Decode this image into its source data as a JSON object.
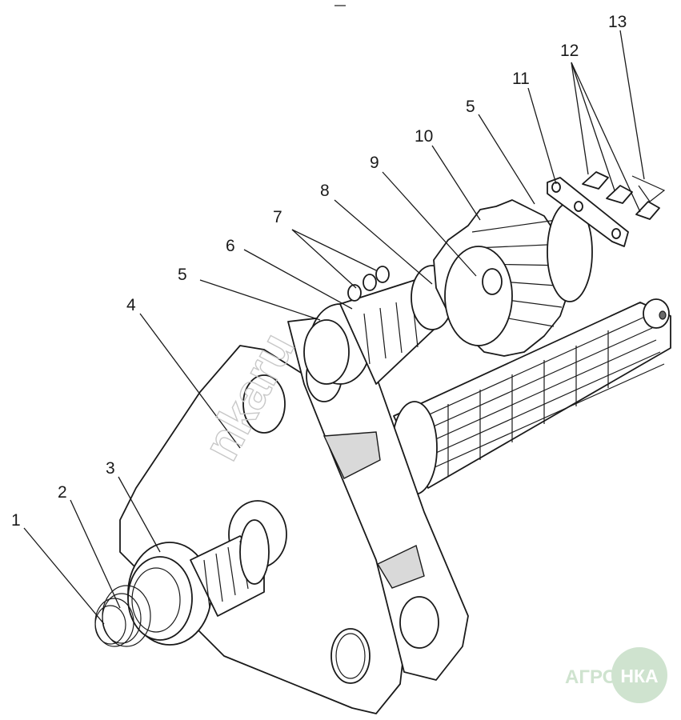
{
  "callouts": [
    {
      "id": "1",
      "label": "1"
    },
    {
      "id": "2",
      "label": "2"
    },
    {
      "id": "3",
      "label": "3"
    },
    {
      "id": "4",
      "label": "4"
    },
    {
      "id": "5a",
      "label": "5"
    },
    {
      "id": "5b",
      "label": "5"
    },
    {
      "id": "6",
      "label": "6"
    },
    {
      "id": "7",
      "label": "7"
    },
    {
      "id": "8",
      "label": "8"
    },
    {
      "id": "9",
      "label": "9"
    },
    {
      "id": "10",
      "label": "10"
    },
    {
      "id": "11",
      "label": "11"
    },
    {
      "id": "12",
      "label": "12"
    },
    {
      "id": "13",
      "label": "13"
    }
  ],
  "watermark": {
    "text": "nkaru"
  },
  "logo": {
    "text_left": "АГРО",
    "text_right": "НКА"
  },
  "colors": {
    "line": "#1a1a1a",
    "shade": "#d9d9d9",
    "logo": "#cfe3cf",
    "watermark": "#c8c8c8"
  }
}
